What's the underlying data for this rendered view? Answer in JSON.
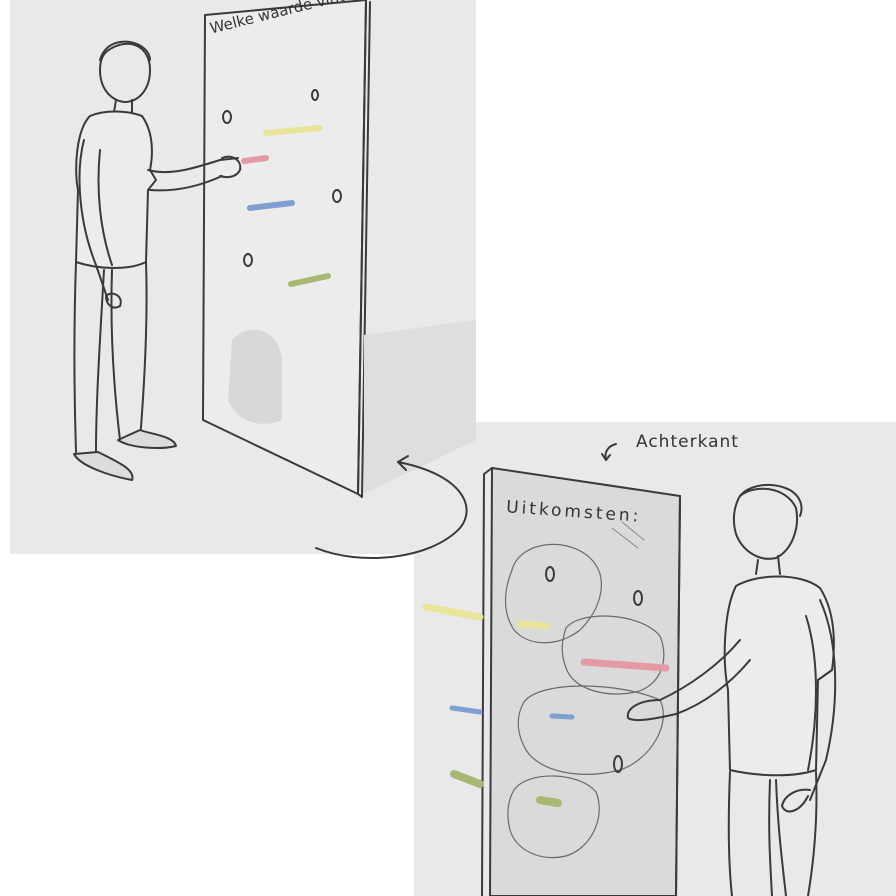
{
  "front_board": {
    "question": "Welke waarde vindt je het belangrijkst?"
  },
  "back_board": {
    "heading": "Uitkomsten:",
    "label": "Achterkant"
  },
  "colors": {
    "background": "#e9e9e9",
    "yellow_peg": "#e9e49a",
    "pink_peg": "#e49aa3",
    "blue_peg": "#7f9fd0",
    "green_peg": "#a6b873",
    "line": "#3a3a3a"
  },
  "icons": [
    "curved-arrow-icon",
    "arrow-icon"
  ]
}
